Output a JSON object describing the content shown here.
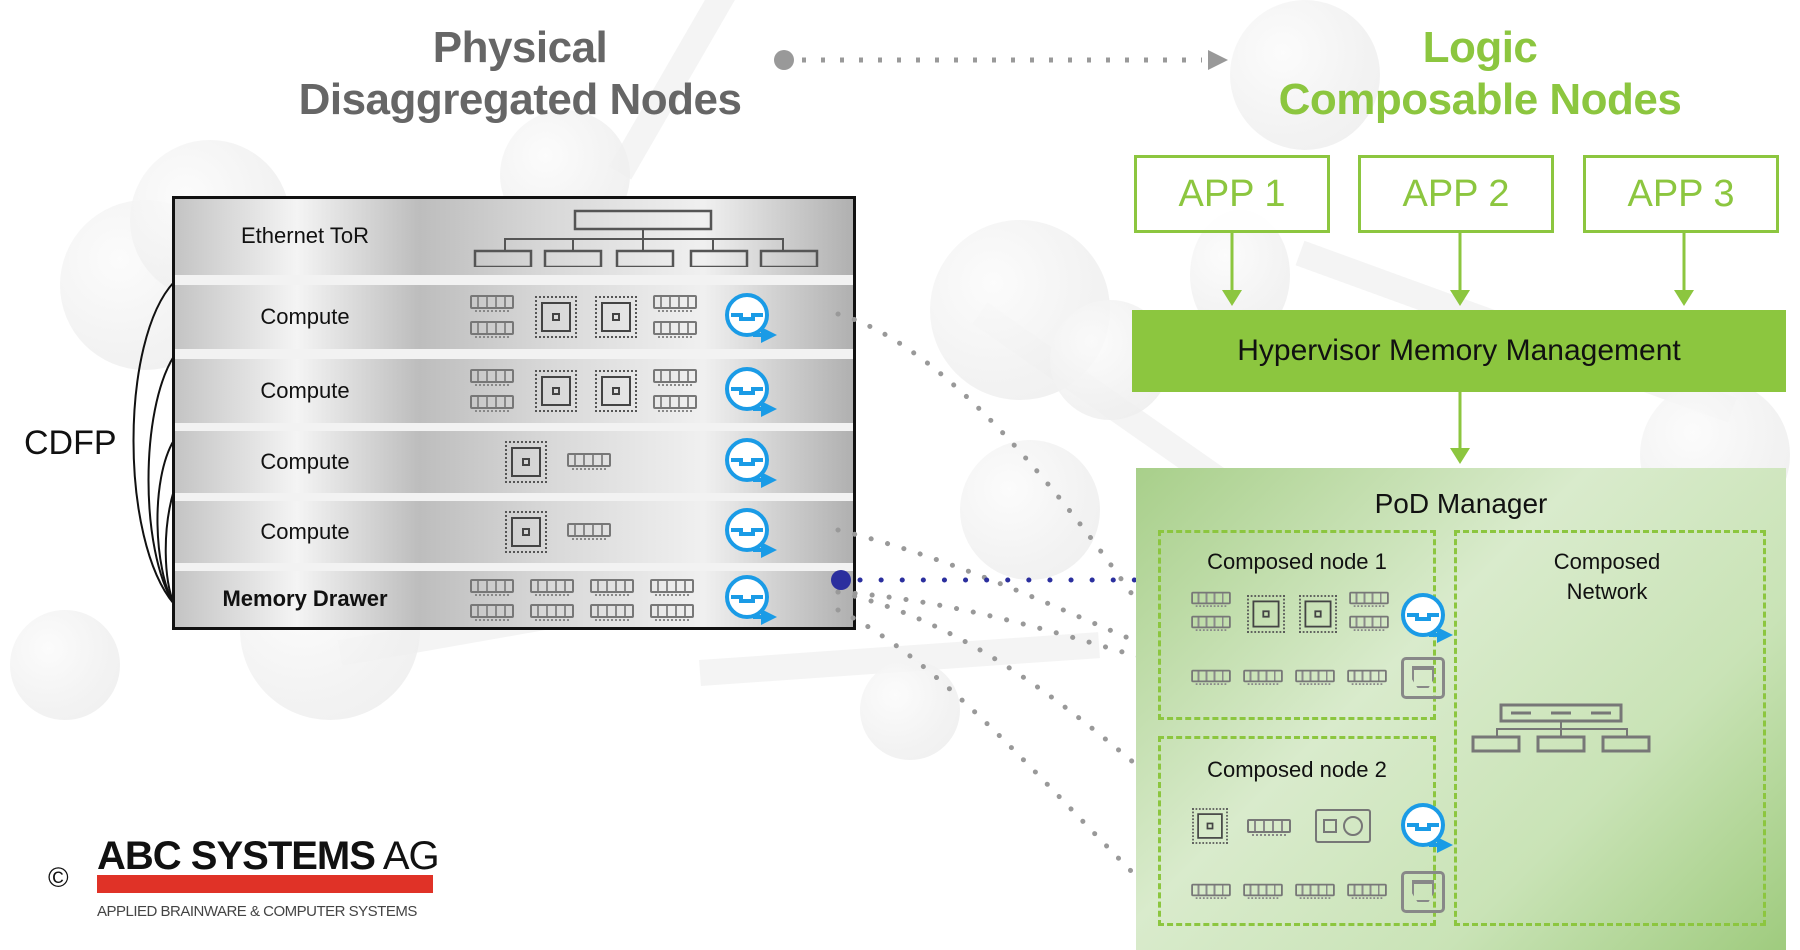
{
  "titles": {
    "physical_line1": "Physical",
    "physical_line2": "Disaggregated Nodes",
    "logic_line1": "Logic",
    "logic_line2": "Composable Nodes"
  },
  "colors": {
    "logic_green": "#8cc63f",
    "physical_gray": "#666666",
    "nic_blue": "#1a9be6",
    "memory_link_blue": "#2b2f9e",
    "logo_red": "#e03227"
  },
  "rack": {
    "rows": [
      {
        "label": "Ethernet ToR",
        "type": "switch",
        "bold": false
      },
      {
        "label": "Compute",
        "type": "compute-2cpu",
        "bold": false
      },
      {
        "label": "Compute",
        "type": "compute-2cpu",
        "bold": false
      },
      {
        "label": "Compute",
        "type": "compute-1cpu",
        "bold": false
      },
      {
        "label": "Compute",
        "type": "compute-1cpu",
        "bold": false
      },
      {
        "label": "Memory Drawer",
        "type": "memory",
        "bold": true
      }
    ],
    "cable_label": "CDFP"
  },
  "apps": [
    {
      "label": "APP 1"
    },
    {
      "label": "APP 2"
    },
    {
      "label": "APP 3"
    }
  ],
  "hypervisor": {
    "label": "Hypervisor Memory Management"
  },
  "pod_manager": {
    "title": "PoD Manager",
    "composed_node_1": {
      "title": "Composed node 1"
    },
    "composed_node_2": {
      "title": "Composed node 2"
    },
    "composed_network": {
      "title_line1": "Composed",
      "title_line2": "Network"
    }
  },
  "logo": {
    "copyright_symbol": "©",
    "name_bold": "ABC SYSTEMS",
    "name_light": " AG",
    "tagline": "APPLIED BRAINWARE & COMPUTER SYSTEMS"
  },
  "icons": {
    "switch": "network-switch-icon",
    "cpu": "cpu-chip-icon",
    "dimm": "memory-module-icon",
    "nic": "network-adapter-icon",
    "gpu": "gpu-card-icon",
    "ethernet": "ethernet-port-icon"
  }
}
